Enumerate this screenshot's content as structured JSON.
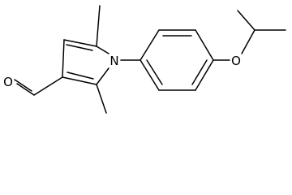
{
  "atoms": {
    "nitrogen": "N",
    "aldehyde_oxygen": "O",
    "ether_oxygen": "O"
  },
  "colors": {
    "bond": "#000000",
    "background": "#ffffff"
  }
}
